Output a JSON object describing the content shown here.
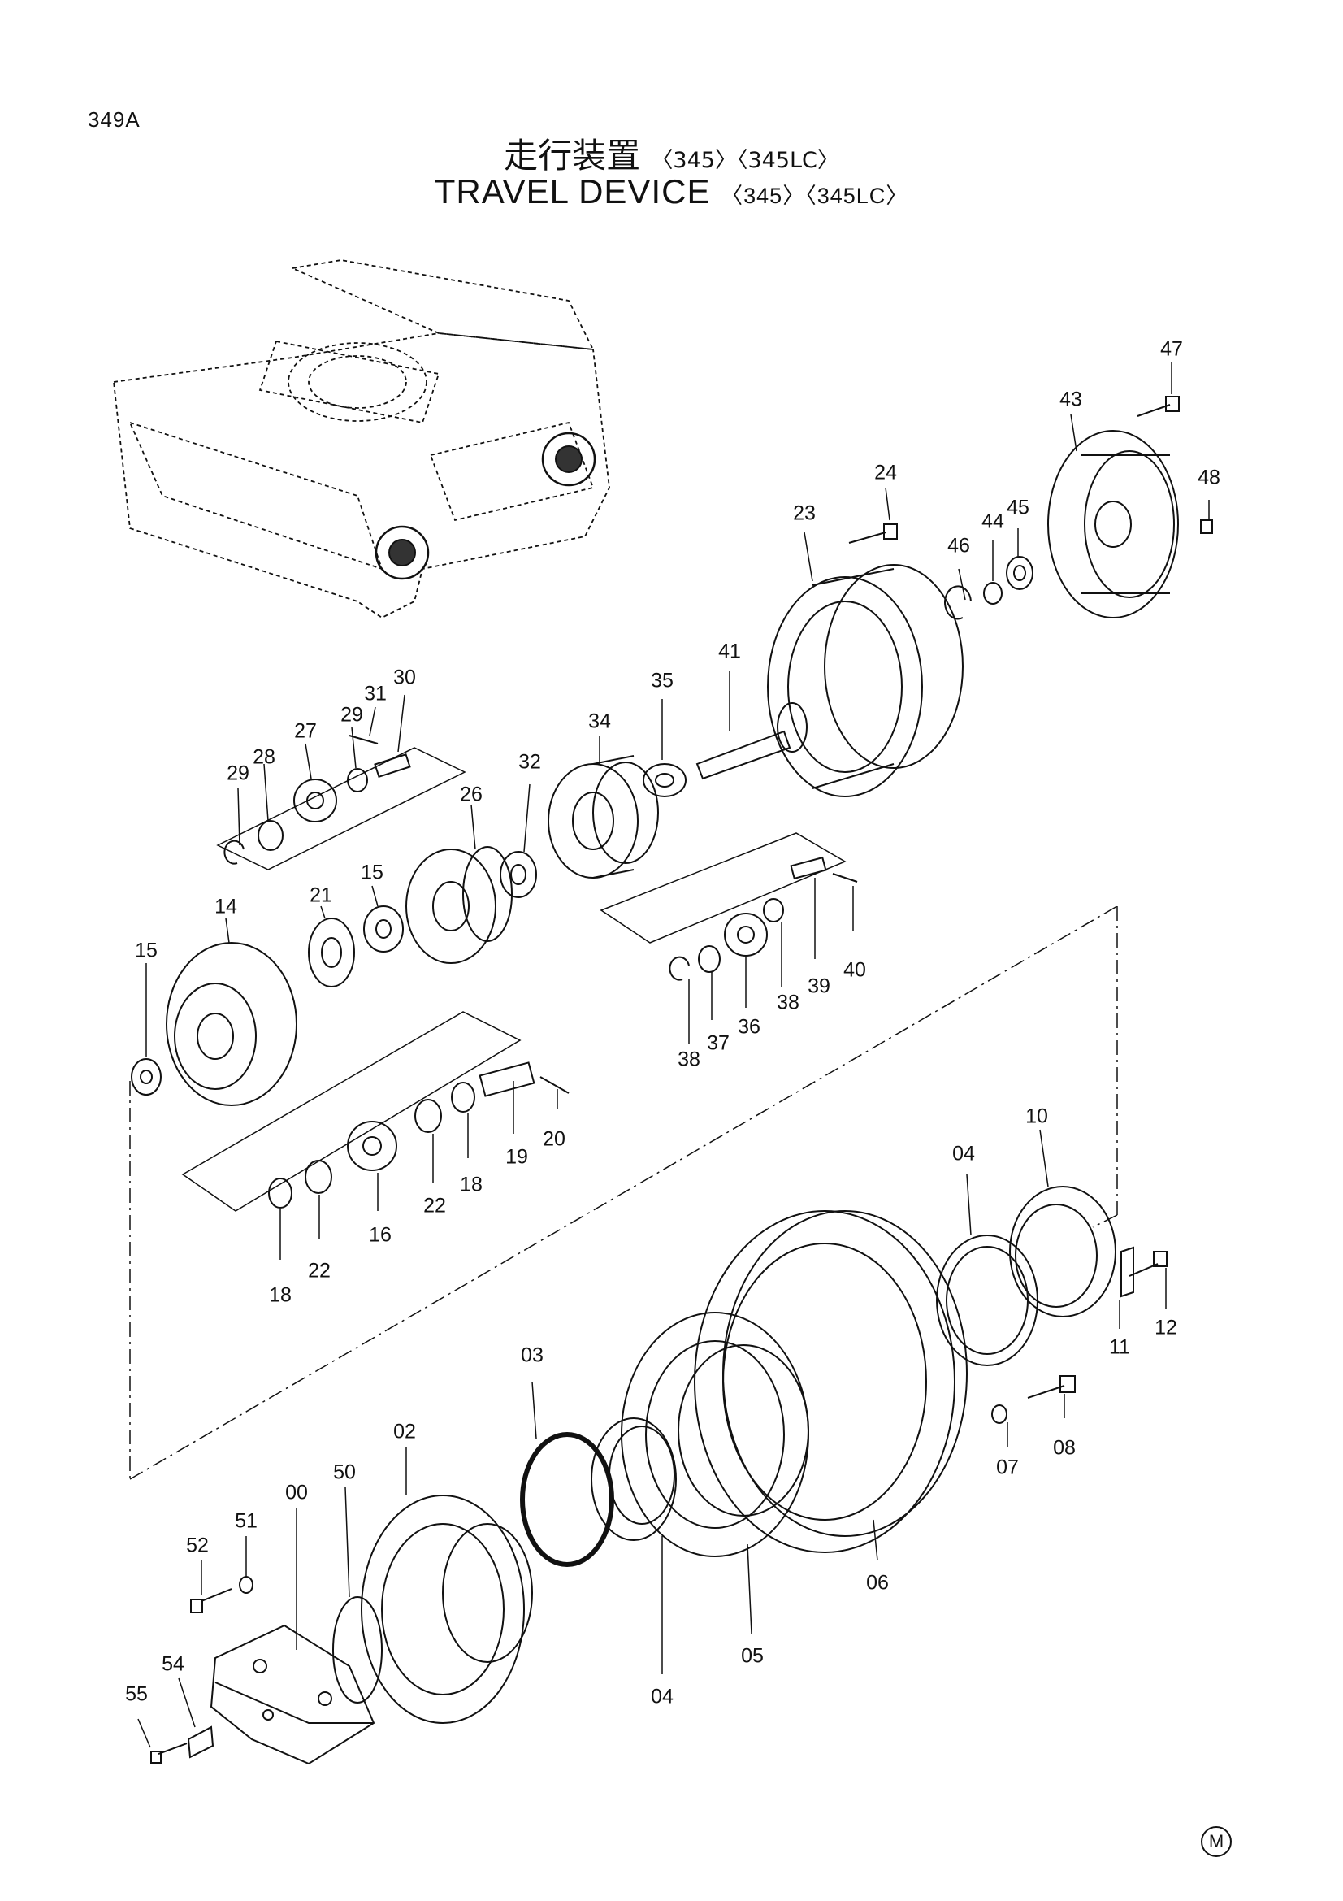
{
  "page_code": "349A",
  "title_jp": "走行装置",
  "title_en": "TRAVEL DEVICE",
  "models": [
    "〈345〉",
    "〈345LC〉"
  ],
  "mark": "M",
  "parts": [
    {
      "id": "c47",
      "label": "47"
    },
    {
      "id": "c43",
      "label": "43"
    },
    {
      "id": "c48",
      "label": "48"
    },
    {
      "id": "c24",
      "label": "24"
    },
    {
      "id": "c23",
      "label": "23"
    },
    {
      "id": "c46",
      "label": "46"
    },
    {
      "id": "c44",
      "label": "44"
    },
    {
      "id": "c45",
      "label": "45"
    },
    {
      "id": "c41",
      "label": "41"
    },
    {
      "id": "c35",
      "label": "35"
    },
    {
      "id": "c34",
      "label": "34"
    },
    {
      "id": "c30",
      "label": "30"
    },
    {
      "id": "c31",
      "label": "31"
    },
    {
      "id": "c29a",
      "label": "29"
    },
    {
      "id": "c27",
      "label": "27"
    },
    {
      "id": "c29b",
      "label": "29"
    },
    {
      "id": "c28",
      "label": "28"
    },
    {
      "id": "c32",
      "label": "32"
    },
    {
      "id": "c26",
      "label": "26"
    },
    {
      "id": "c15a",
      "label": "15"
    },
    {
      "id": "c21",
      "label": "21"
    },
    {
      "id": "c14",
      "label": "14"
    },
    {
      "id": "c15b",
      "label": "15"
    },
    {
      "id": "c38a",
      "label": "38"
    },
    {
      "id": "c37",
      "label": "37"
    },
    {
      "id": "c36",
      "label": "36"
    },
    {
      "id": "c38b",
      "label": "38"
    },
    {
      "id": "c39",
      "label": "39"
    },
    {
      "id": "c40",
      "label": "40"
    },
    {
      "id": "c19",
      "label": "19"
    },
    {
      "id": "c20",
      "label": "20"
    },
    {
      "id": "c18a",
      "label": "18"
    },
    {
      "id": "c22a",
      "label": "22"
    },
    {
      "id": "c16",
      "label": "16"
    },
    {
      "id": "c22b",
      "label": "22"
    },
    {
      "id": "c18b",
      "label": "18"
    },
    {
      "id": "c10",
      "label": "10"
    },
    {
      "id": "c04a",
      "label": "04"
    },
    {
      "id": "c11",
      "label": "11"
    },
    {
      "id": "c12",
      "label": "12"
    },
    {
      "id": "c03",
      "label": "03"
    },
    {
      "id": "c07",
      "label": "07"
    },
    {
      "id": "c08",
      "label": "08"
    },
    {
      "id": "c02",
      "label": "02"
    },
    {
      "id": "c50",
      "label": "50"
    },
    {
      "id": "c00",
      "label": "00"
    },
    {
      "id": "c51",
      "label": "51"
    },
    {
      "id": "c52",
      "label": "52"
    },
    {
      "id": "c06",
      "label": "06"
    },
    {
      "id": "c05",
      "label": "05"
    },
    {
      "id": "c04b",
      "label": "04"
    },
    {
      "id": "c54",
      "label": "54"
    },
    {
      "id": "c55",
      "label": "55"
    }
  ]
}
